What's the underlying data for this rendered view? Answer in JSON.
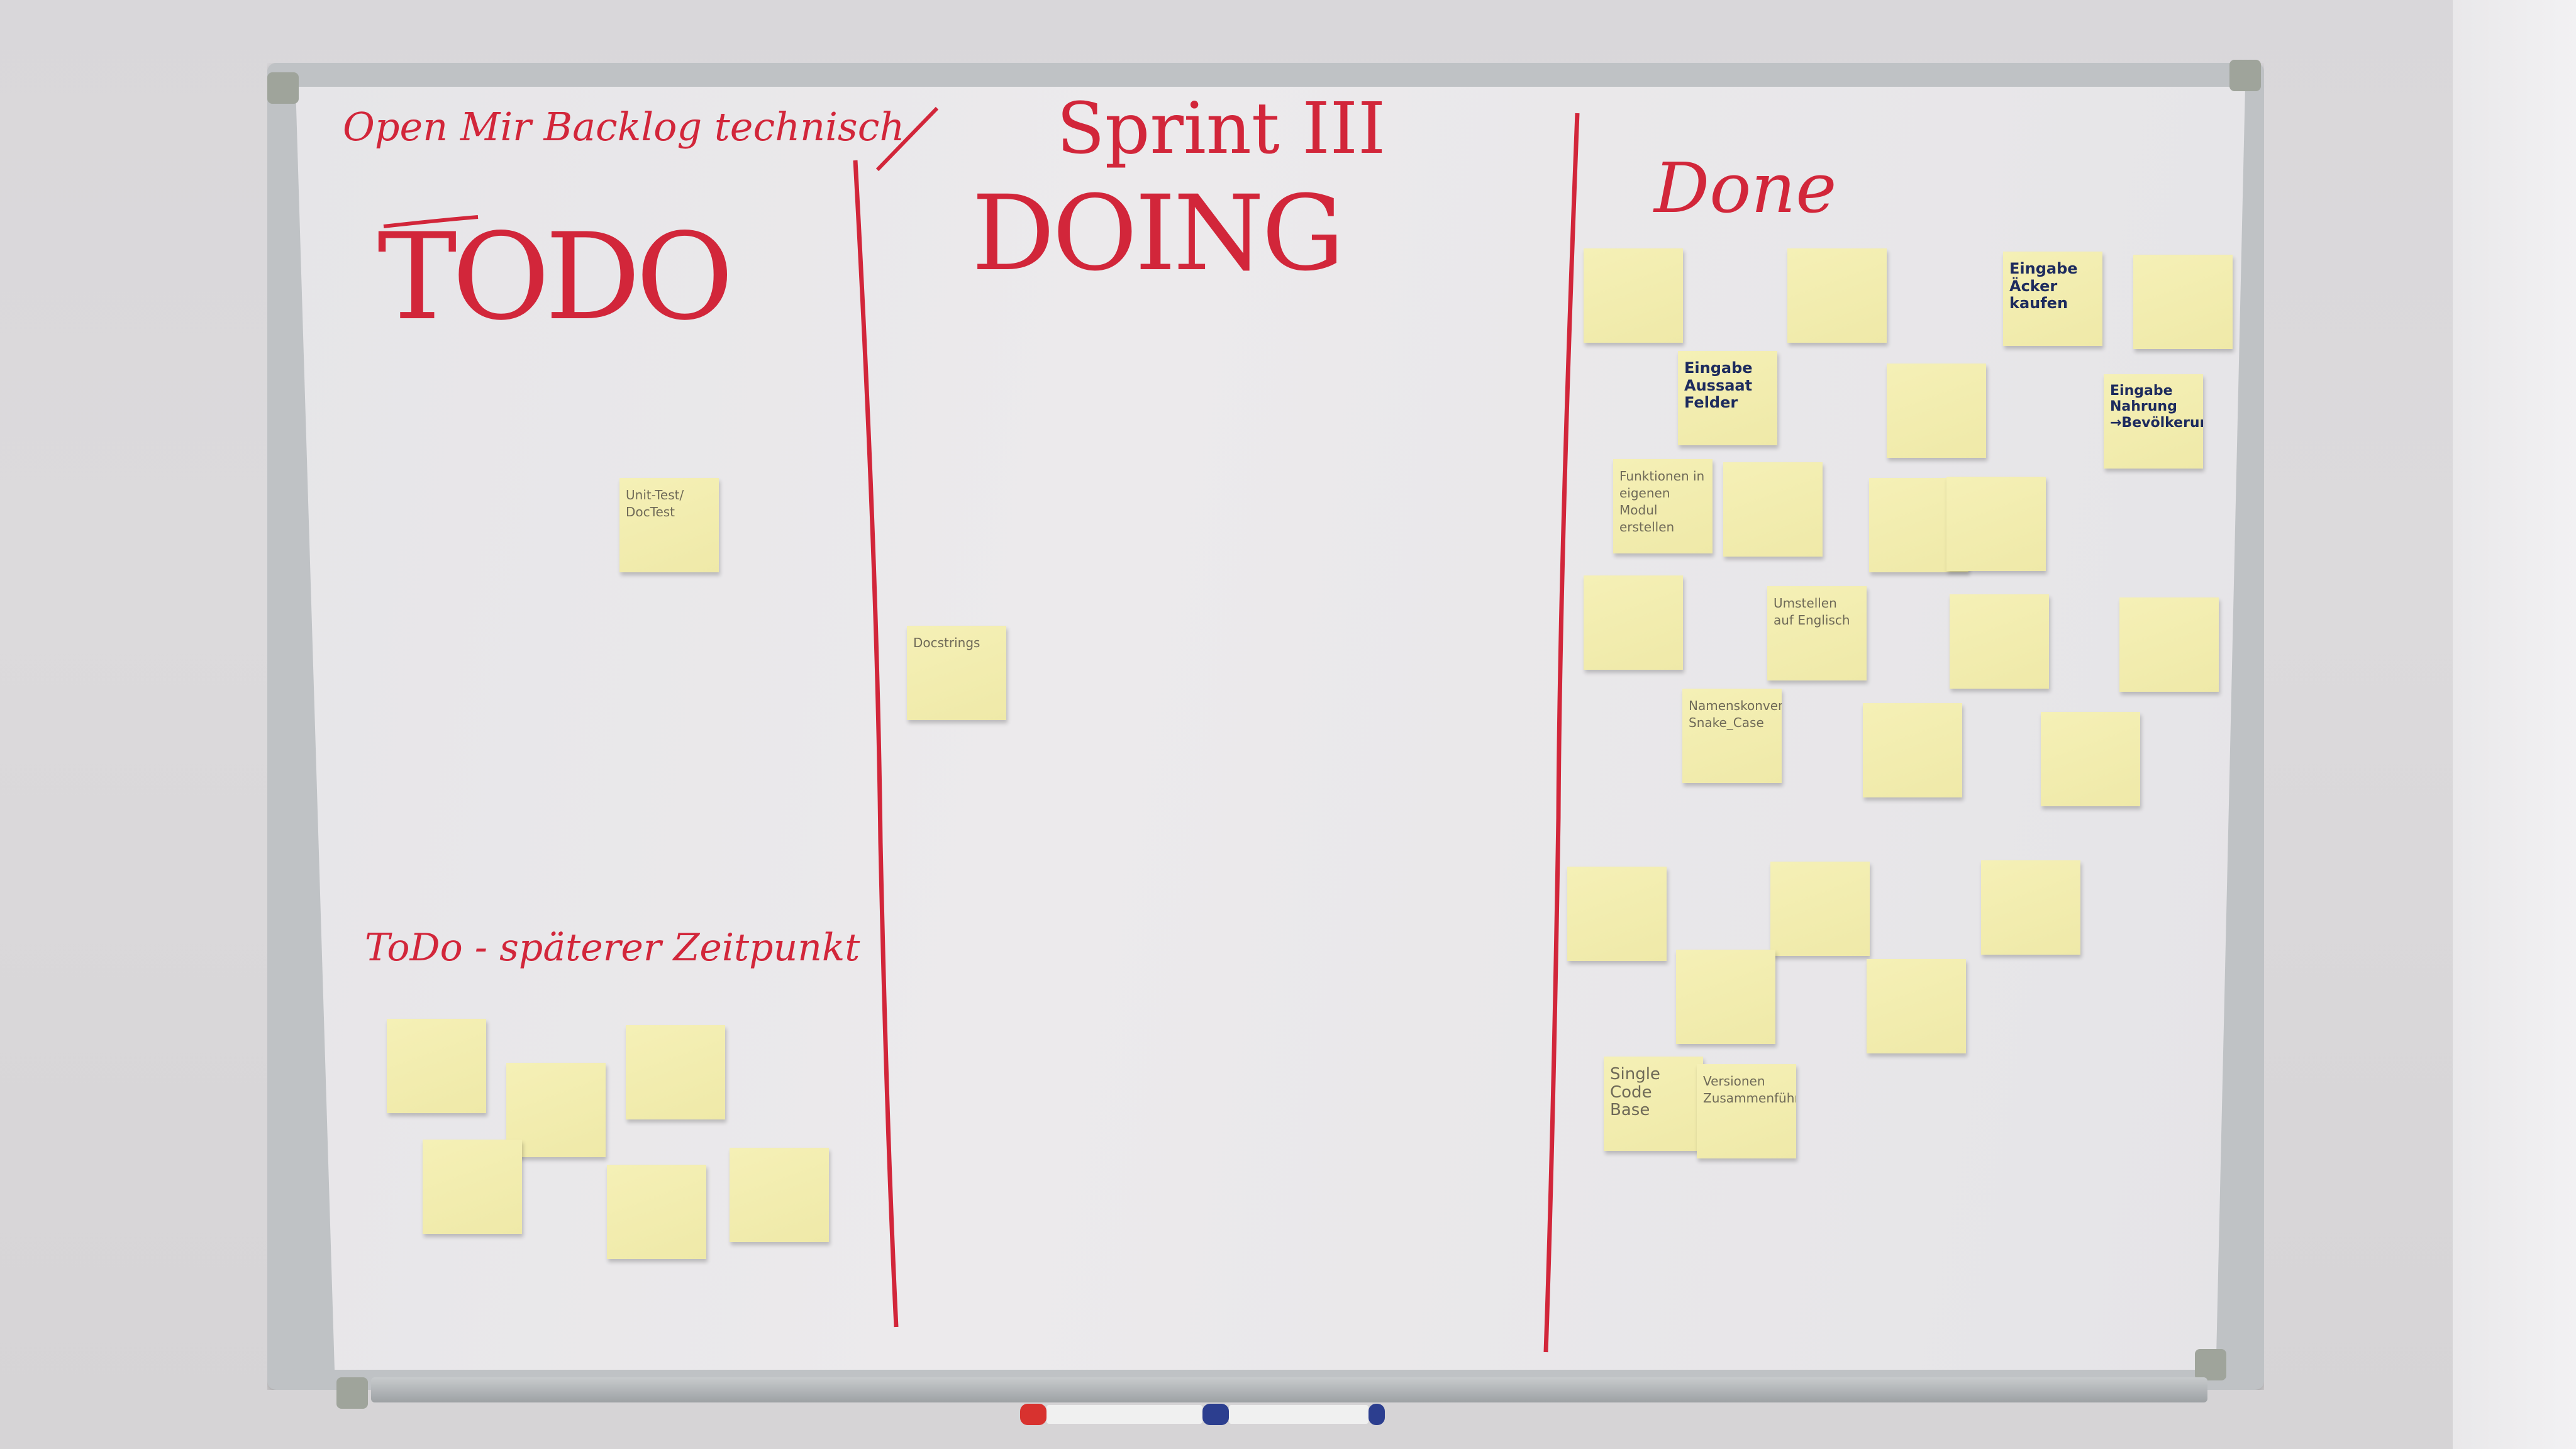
{
  "board": {
    "headings": {
      "backlog": "Open Mir Backlog technisch",
      "todo": "TODO",
      "sprint": "Sprint III",
      "doing": "DOING",
      "done": "Done",
      "todo_later": "ToDo - späterer Zeitpunkt"
    },
    "notes": {
      "unittest": "Unit-Test/ DocTest",
      "docstrings": "Docstrings",
      "eingabe_aussaat": "Eingabe Aussaat Felder",
      "eingabe_acker": "Eingabe Äcker kaufen",
      "eingabe_nahrung": "Eingabe Nahrung →Bevölkerung",
      "funktionen": "Funktionen in eigenen Modul erstellen",
      "umstellen": "Umstellen auf Englisch",
      "namenskonvention": "Namenskonvention Snake_Case",
      "single_code_base": "Single Code Base",
      "versionen": "Versionen Zusammenführen"
    },
    "colors": {
      "marker_red": "#d2263a",
      "note_yellow": "#f3eeb0",
      "note_ink_blue": "#1d2b5e"
    }
  }
}
